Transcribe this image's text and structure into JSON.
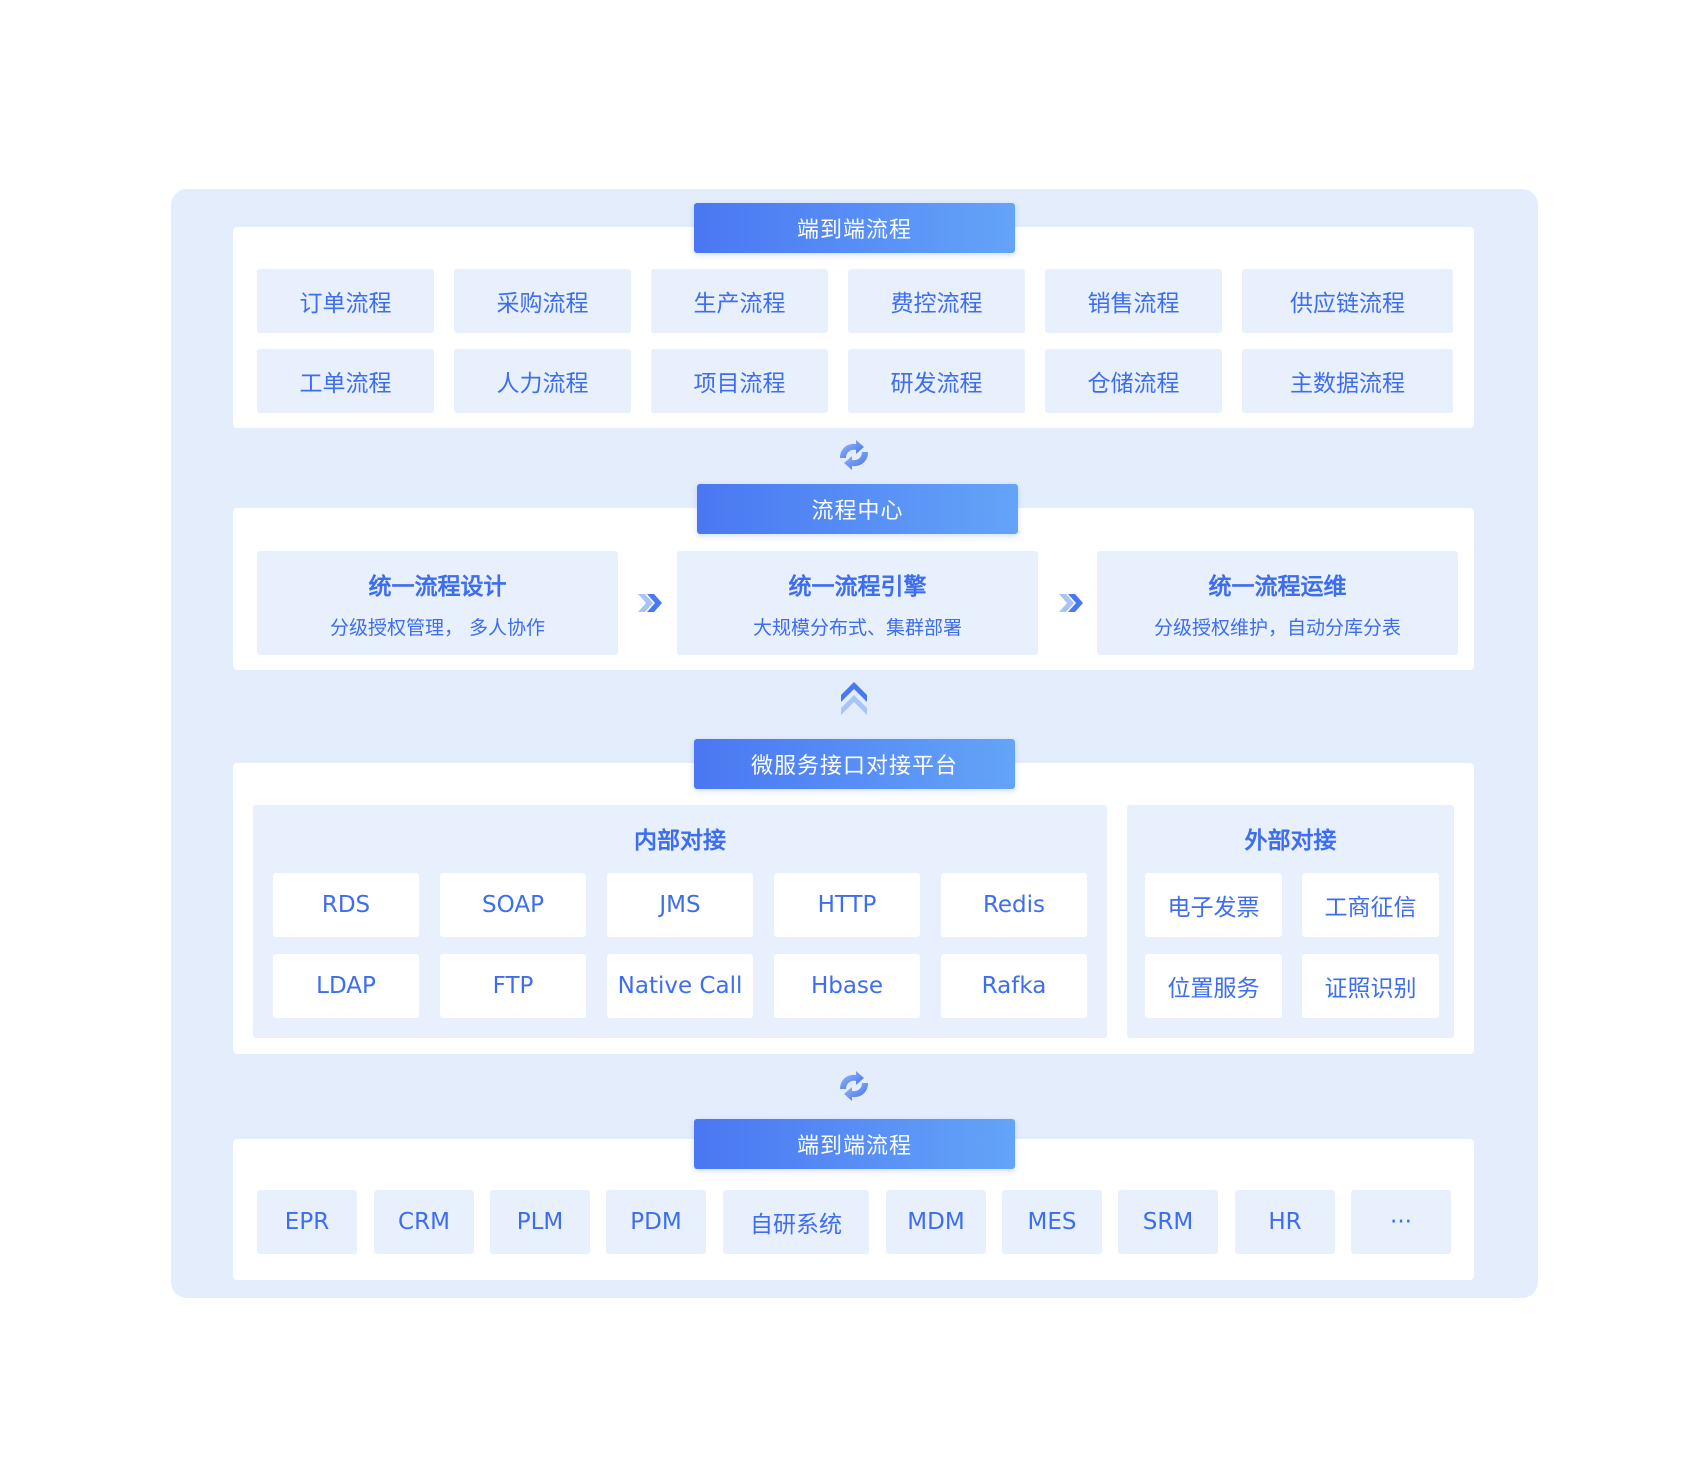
{
  "section1": {
    "title": "端到端流程",
    "items": [
      "订单流程",
      "采购流程",
      "生产流程",
      "费控流程",
      "销售流程",
      "供应链流程",
      "工单流程",
      "人力流程",
      "项目流程",
      "研发流程",
      "仓储流程",
      "主数据流程"
    ]
  },
  "section2": {
    "title": "流程中心",
    "boxes": [
      {
        "title": "统一流程设计",
        "desc": "分级授权管理， 多人协作"
      },
      {
        "title": "统一流程引擎",
        "desc": "大规模分布式、集群部署"
      },
      {
        "title": "统一流程运维",
        "desc": "分级授权维护，自动分库分表"
      }
    ]
  },
  "section3": {
    "title": "微服务接口对接平台",
    "internal": {
      "title": "内部对接",
      "items": [
        "RDS",
        "SOAP",
        "JMS",
        "HTTP",
        "Redis",
        "LDAP",
        "FTP",
        "Native Call",
        "Hbase",
        "Rafka"
      ]
    },
    "external": {
      "title": "外部对接",
      "items": [
        "电子发票",
        "工商征信",
        "位置服务",
        "证照识别"
      ]
    }
  },
  "section4": {
    "title": "端到端流程",
    "items": [
      "EPR",
      "CRM",
      "PLM",
      "PDM",
      "自研系统",
      "MDM",
      "MES",
      "SRM",
      "HR",
      "···"
    ]
  },
  "icons": {
    "sync": "sync-arrows-icon",
    "forward": "double-chevron-right-icon",
    "up": "double-chevron-up-icon"
  },
  "colors": {
    "accent": "#3d6df0",
    "header_gradient_start": "#4a77f2",
    "header_gradient_end": "#64a4f8",
    "outer_bg": "#e3edfc",
    "cell_bg": "#e9f0fd"
  }
}
